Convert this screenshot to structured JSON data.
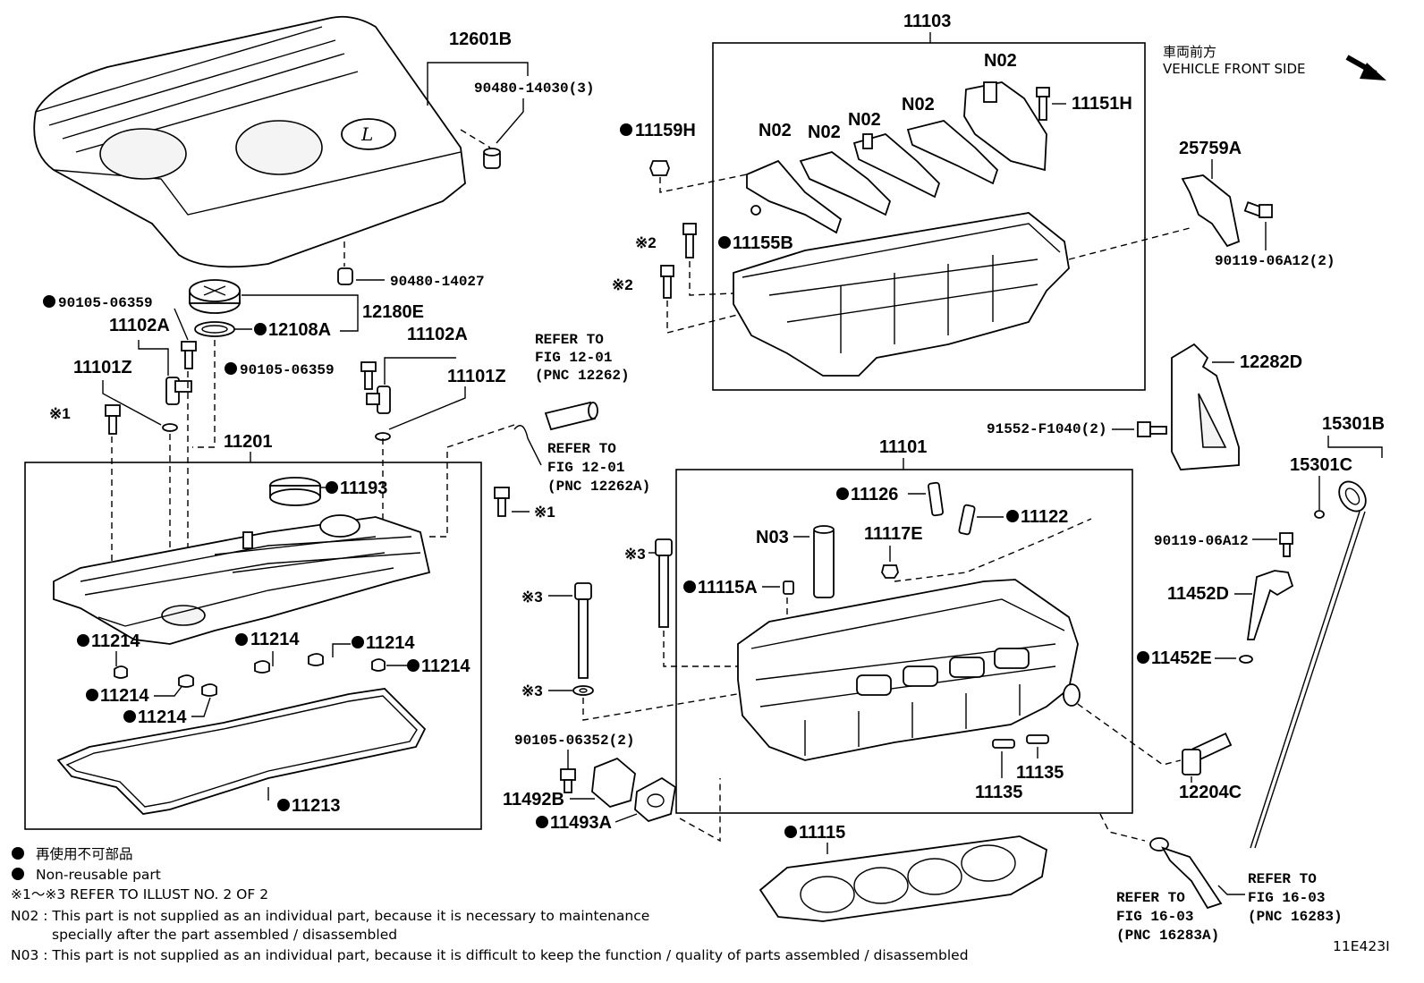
{
  "header": {
    "jp": "車両前方",
    "en": "VEHICLE FRONT SIDE"
  },
  "labels": {
    "p12601B": "12601B",
    "p90480_14030": "90480-14030(3)",
    "p90480_14027": "90480-14027",
    "p12180E": "12180E",
    "p12108A": "12108A",
    "p90105_06359_a": "90105-06359",
    "p90105_06359_b": "90105-06359",
    "p11102A_a": "11102A",
    "p11102A_b": "11102A",
    "p11101Z_a": "11101Z",
    "p11101Z_b": "11101Z",
    "p11201": "11201",
    "p11193": "11193",
    "p11214_1": "11214",
    "p11214_2": "11214",
    "p11214_3": "11214",
    "p11214_4": "11214",
    "p11214_5": "11214",
    "p11214_6": "11214",
    "p11213": "11213",
    "p11103": "11103",
    "pN02_1": "N02",
    "pN02_2": "N02",
    "pN02_3": "N02",
    "pN02_4": "N02",
    "pN02_5": "N02",
    "p11151H": "11151H",
    "p11159H": "11159H",
    "p11155B": "11155B",
    "p25759A": "25759A",
    "p90119_06A12_2": "90119-06A12(2)",
    "p90119_06A12": "90119-06A12",
    "p12282D": "12282D",
    "p91552": "91552-F1040(2)",
    "p15301B": "15301B",
    "p15301C": "15301C",
    "p11452D": "11452D",
    "p11452E": "11452E",
    "p12204C": "12204C",
    "p11101": "11101",
    "p11126": "11126",
    "p11122": "11122",
    "pN03": "N03",
    "p11117E": "11117E",
    "p11115A": "11115A",
    "p11135_a": "11135",
    "p11135_b": "11135",
    "p11115": "11115",
    "p90105_06352": "90105-06352(2)",
    "p11492B": "11492B",
    "p11493A": "11493A",
    "mark1a": "※1",
    "mark1b": "※1",
    "mark2a": "※2",
    "mark2b": "※2",
    "mark3a": "※3",
    "mark3b": "※3",
    "mark3c": "※3"
  },
  "refs": {
    "r1": [
      "REFER TO",
      "FIG 12-01",
      "(PNC 12262)"
    ],
    "r2": [
      "REFER TO",
      "FIG 12-01",
      "(PNC 12262A)"
    ],
    "r3": [
      "REFER TO",
      "FIG 16-03",
      "(PNC 16283A)"
    ],
    "r4": [
      "REFER TO",
      "FIG 16-03",
      "(PNC 16283)"
    ]
  },
  "legend": {
    "jp": "再使用不可部品",
    "en": "Non-reusable part",
    "marks": "※1～※3  REFER TO ILLUST NO. 2 OF 2",
    "n02_line1": "N02 : This part is not supplied as an individual part, because it is necessary to maintenance",
    "n02_line2": "specially after the part assembled / disassembled",
    "n03": "N03 : This part is not supplied as an individual part, because it is difficult to keep the function / quality of parts  assembled / disassembled"
  },
  "figure_id": "11E423I"
}
